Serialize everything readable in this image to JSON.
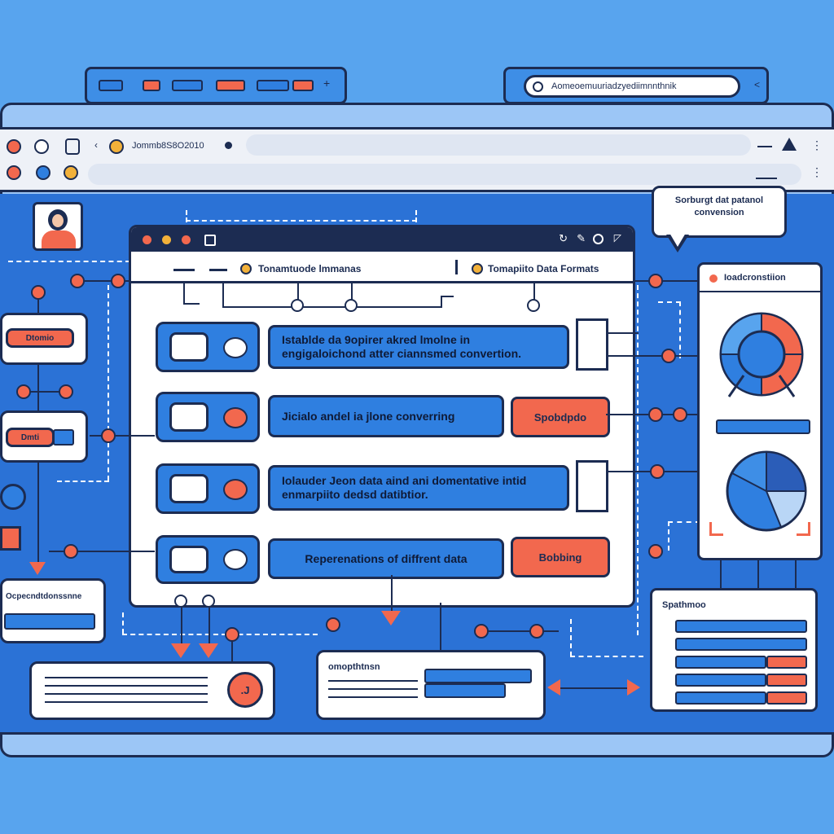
{
  "colors": {
    "bg": "#58a4ee",
    "panel": "#2f7fe0",
    "accent": "#f2684e",
    "outline": "#1c2c52",
    "yellow": "#f2b13a"
  },
  "browser": {
    "tab_label": "Jommb8S8O2010",
    "search_text": "Aomeoemuuriadzyediimnnthnik"
  },
  "callout": {
    "text": "Sorburgt dat patanol convension"
  },
  "app": {
    "toolbar_left": "Tonamtuode lmmanas",
    "toolbar_right": "Tomapiito Data Formats",
    "rows": [
      {
        "text": "Istablde da 9opirer akred lmolne in engigaloichond atter ciannsmed convertion."
      },
      {
        "text": "Jicialo andel ia jlone converring",
        "button": "Spobdpdo"
      },
      {
        "text": "Iolauder Jeon data aind ani domentative intid enmarpiito dedsd datibtior."
      },
      {
        "text": "Reperenations of diffrent data",
        "button": "Bobbing"
      }
    ]
  },
  "left_panel": {
    "badge_top": "Dtomio",
    "badge_mid": "Dmti",
    "title_bottom": "Ocpecndtdonssnne"
  },
  "right_panel": {
    "title": "Ioadcronstiion",
    "stats_title": "Spathmoo"
  },
  "bottom_mid": {
    "title": "omopthtnsn"
  },
  "bottom_left": {
    "badge": ".J"
  }
}
